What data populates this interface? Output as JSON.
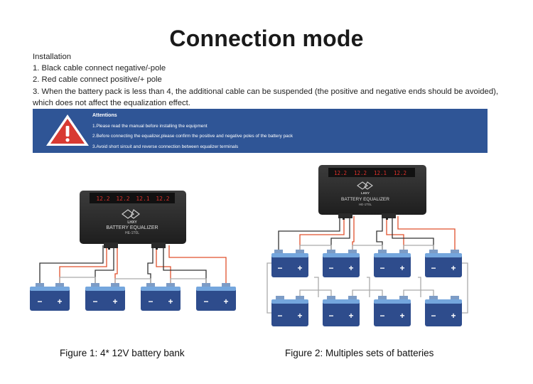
{
  "title": "Connection mode",
  "installation": {
    "heading": "Installation",
    "steps": [
      "1. Black cable connect negative/-pole",
      "2. Red cable connect positive/+ pole",
      "3. When the battery pack is less than 4, the additional cable can be suspended (the positive and negative ends should be avoided),",
      "which does not affect the equalization effect."
    ]
  },
  "attentions": {
    "heading": "Attentions",
    "items": [
      "1.Please read the manual before installing the equipment",
      "2.Before connecting  the equalizer,please confirm the positive and negative poles of the battery pack",
      "3.Avoid short sircuit and reverse connection between equalizer terminals"
    ]
  },
  "device": {
    "brand": "LHXY",
    "label": "BATTERY EQUALIZER",
    "model": "HE-1T0L",
    "display": [
      "12.2",
      "12.2",
      "12.1",
      "12.2"
    ]
  },
  "battery": {
    "minus": "−",
    "plus": "+"
  },
  "figures": [
    {
      "caption": "Figure 1: 4* 12V battery bank"
    },
    {
      "caption": "Figure 2: Multiples sets of  batteries"
    }
  ],
  "colors": {
    "banner": "#2f5596",
    "battery_body": "#2e4c8c",
    "battery_top": "#74a6dd",
    "device_body": "#2b2b2b",
    "display_digits": "#e0302a",
    "red_wire": "#e0502c",
    "black_wire": "#333333",
    "gray_wire": "#aaaaaa",
    "warning_red": "#d83a32"
  }
}
